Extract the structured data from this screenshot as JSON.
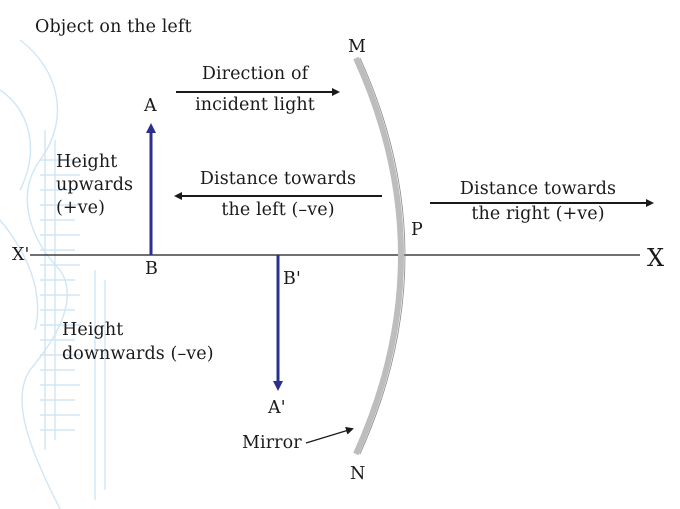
{
  "title": "Object on the left",
  "points": {
    "A": "A",
    "B": "B",
    "A_prime": "A'",
    "B_prime": "B'",
    "M": "M",
    "N": "N",
    "P": "P",
    "X": "X",
    "X_prime": "X'"
  },
  "labels": {
    "incident_line1": "Direction of",
    "incident_line2": "incident light",
    "dist_left_line1": "Distance towards",
    "dist_left_line2": "the left (–ve)",
    "dist_right_line1": "Distance towards",
    "dist_right_line2": "the right (+ve)",
    "height_up_line1": "Height",
    "height_up_line2": "upwards",
    "height_up_line3": "(+ve)",
    "height_down_line1": "Height",
    "height_down_line2": "downwards (–ve)",
    "mirror": "Mirror"
  },
  "colors": {
    "ray_blue": "#2b2f8f",
    "arrow_black": "#1a1a1a",
    "mirror_gray": "#bdbdbd",
    "watermark": "#a9d3f0"
  }
}
